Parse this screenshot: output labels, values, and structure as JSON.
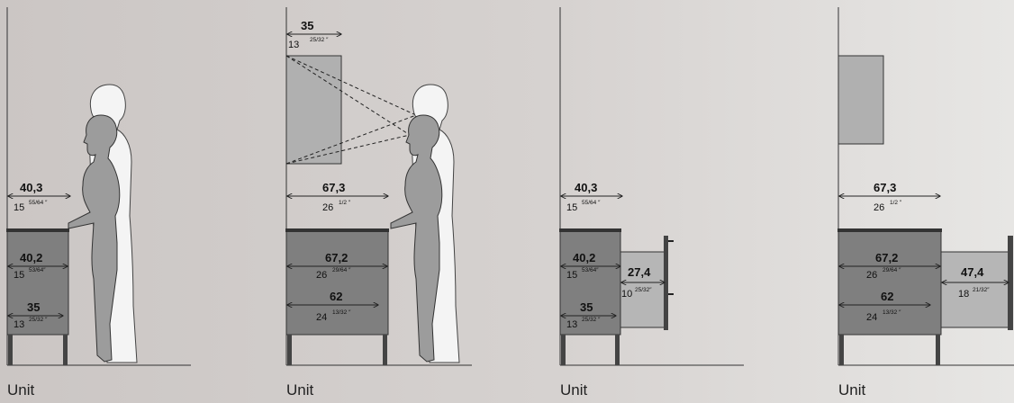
{
  "panels": [
    {
      "label": "Unit",
      "dims": [
        {
          "main": "40,3",
          "whole": "15",
          "frac": "55/64 ″"
        },
        {
          "main": "40,2",
          "whole": "15",
          "frac": "53/64″"
        },
        {
          "main": "35",
          "whole": "13",
          "frac": "25/32 ″"
        }
      ]
    },
    {
      "label": "Unit",
      "dims": [
        {
          "main": "35",
          "whole": "13",
          "frac": "25/32 ″"
        },
        {
          "main": "67,3",
          "whole": "26",
          "frac": "1/2 ″"
        },
        {
          "main": "67,2",
          "whole": "26",
          "frac": "29/64 ″"
        },
        {
          "main": "62",
          "whole": "24",
          "frac": "13/32 ″"
        }
      ]
    },
    {
      "label": "Unit",
      "dims": [
        {
          "main": "40,3",
          "whole": "15",
          "frac": "55/64 ″"
        },
        {
          "main": "40,2",
          "whole": "15",
          "frac": "53/64″"
        },
        {
          "main": "35",
          "whole": "13",
          "frac": "25/32 ″"
        },
        {
          "main": "27,4",
          "whole": "10",
          "frac": "25/32″"
        }
      ]
    },
    {
      "label": "Unit",
      "dims": [
        {
          "main": "67,3",
          "whole": "26",
          "frac": "1/2 ″"
        },
        {
          "main": "67,2",
          "whole": "26",
          "frac": "29/64 ″"
        },
        {
          "main": "62",
          "whole": "24",
          "frac": "13/32 ″"
        },
        {
          "main": "47,4",
          "whole": "18",
          "frac": "21/32″"
        }
      ]
    }
  ]
}
